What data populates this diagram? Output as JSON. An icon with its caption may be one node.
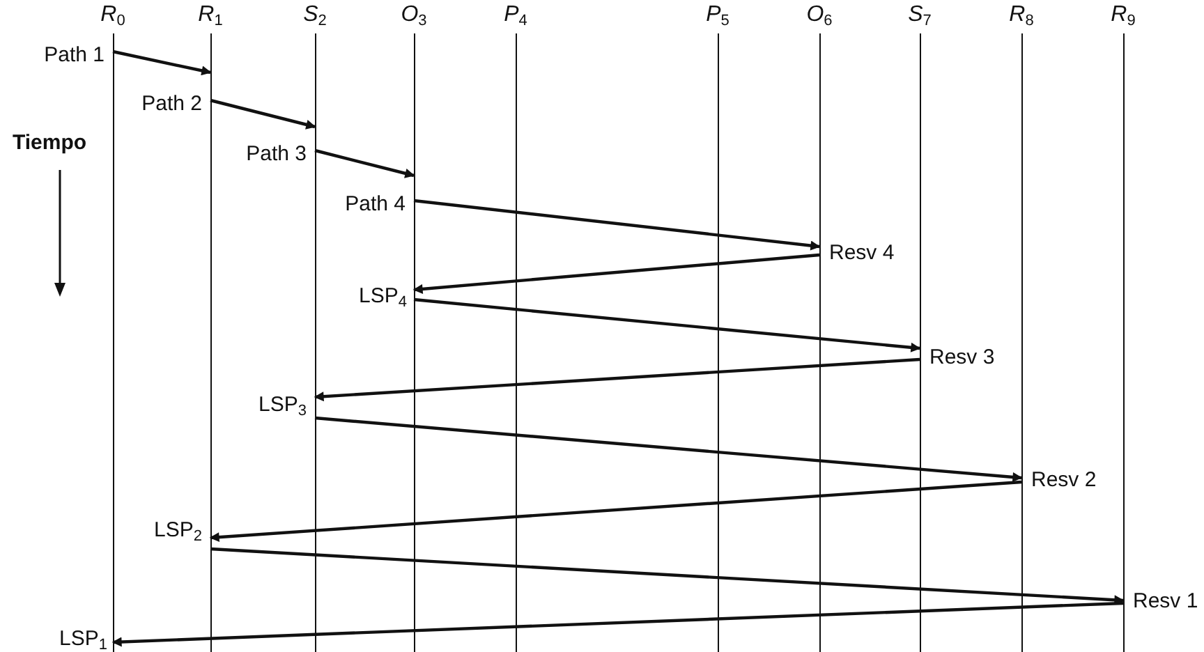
{
  "diagram": {
    "nodes": [
      {
        "text": [
          "*R*$_{0}$"
        ]
      },
      {
        "text": [
          "*R*$_{1}$"
        ]
      },
      {
        "text": [
          "*S*$_{2}$"
        ]
      },
      {
        "text": [
          "*O*$_{3}$"
        ]
      },
      {
        "text": [
          "*P*$_{4}$"
        ]
      },
      {
        "text": [
          "*P*$_{5}$"
        ]
      },
      {
        "text": [
          "*O*$_{6}$"
        ]
      },
      {
        "text": [
          "*S*$_{7}$"
        ]
      },
      {
        "text": [
          "*R*$_{8}$"
        ]
      },
      {
        "text": [
          "*R*$_{9}$"
        ]
      }
    ],
    "edges": [
      {
        "from": 0,
        "to": 1,
        "arrow": "to",
        "label": "Path 1"
      },
      {
        "from": 1,
        "to": 2,
        "arrow": "to",
        "label": "Path 2"
      },
      {
        "from": 2,
        "to": 3,
        "arrow": "to",
        "label": "Path 3"
      },
      {
        "from": 3,
        "to": 6,
        "arrow": "to",
        "label": "Path 4"
      },
      {
        "from": 6,
        "to": 3,
        "arrow": "to",
        "label": "Resv 4"
      },
      {
        "from": 3,
        "to": 7,
        "arrow": "to"
      },
      {
        "from": 7,
        "to": 2,
        "arrow": "to",
        "label": "Resv 3"
      },
      {
        "from": 2,
        "to": 8,
        "arrow": "to"
      },
      {
        "from": 8,
        "to": 1,
        "arrow": "to",
        "label": "Resv 2"
      },
      {
        "from": 1,
        "to": 9,
        "arrow": "to"
      },
      {
        "from": 9,
        "to": 0,
        "arrow": "to",
        "label": "Resv 1"
      }
    ],
    "labels": [
      "Tiempo",
      "LSP$_{4}$",
      "LSP$_{3}$",
      "LSP$_{2}$",
      "LSP$_{1}$"
    ]
  }
}
